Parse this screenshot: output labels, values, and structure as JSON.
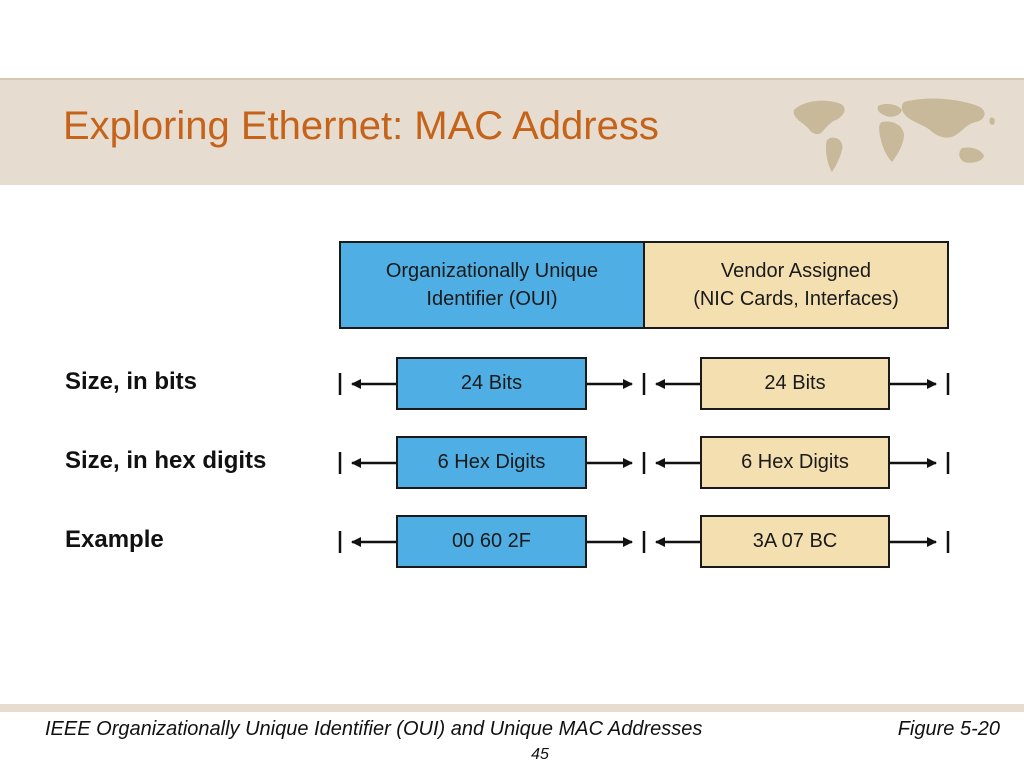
{
  "slide": {
    "title": "Exploring Ethernet: MAC Address",
    "caption": "IEEE Organizationally Unique Identifier (OUI) and Unique MAC Addresses",
    "figure": "Figure 5-20",
    "page_number": "45"
  },
  "diagram": {
    "oui_header": {
      "line1": "Organizationally Unique",
      "line2": "Identifier (OUI)"
    },
    "vendor_header": {
      "line1": "Vendor Assigned",
      "line2": "(NIC Cards, Interfaces)"
    },
    "rows": [
      {
        "label": "Size, in bits",
        "oui": "24 Bits",
        "vendor": "24 Bits"
      },
      {
        "label": "Size, in hex digits",
        "oui": "6 Hex Digits",
        "vendor": "6 Hex Digits"
      },
      {
        "label": "Example",
        "oui": "00 60 2F",
        "vendor": "3A 07 BC"
      }
    ],
    "colors": {
      "oui": "#4faee3",
      "vendor": "#f4dfb1",
      "title": "#c5631a",
      "band": "#e6ddd0"
    }
  }
}
